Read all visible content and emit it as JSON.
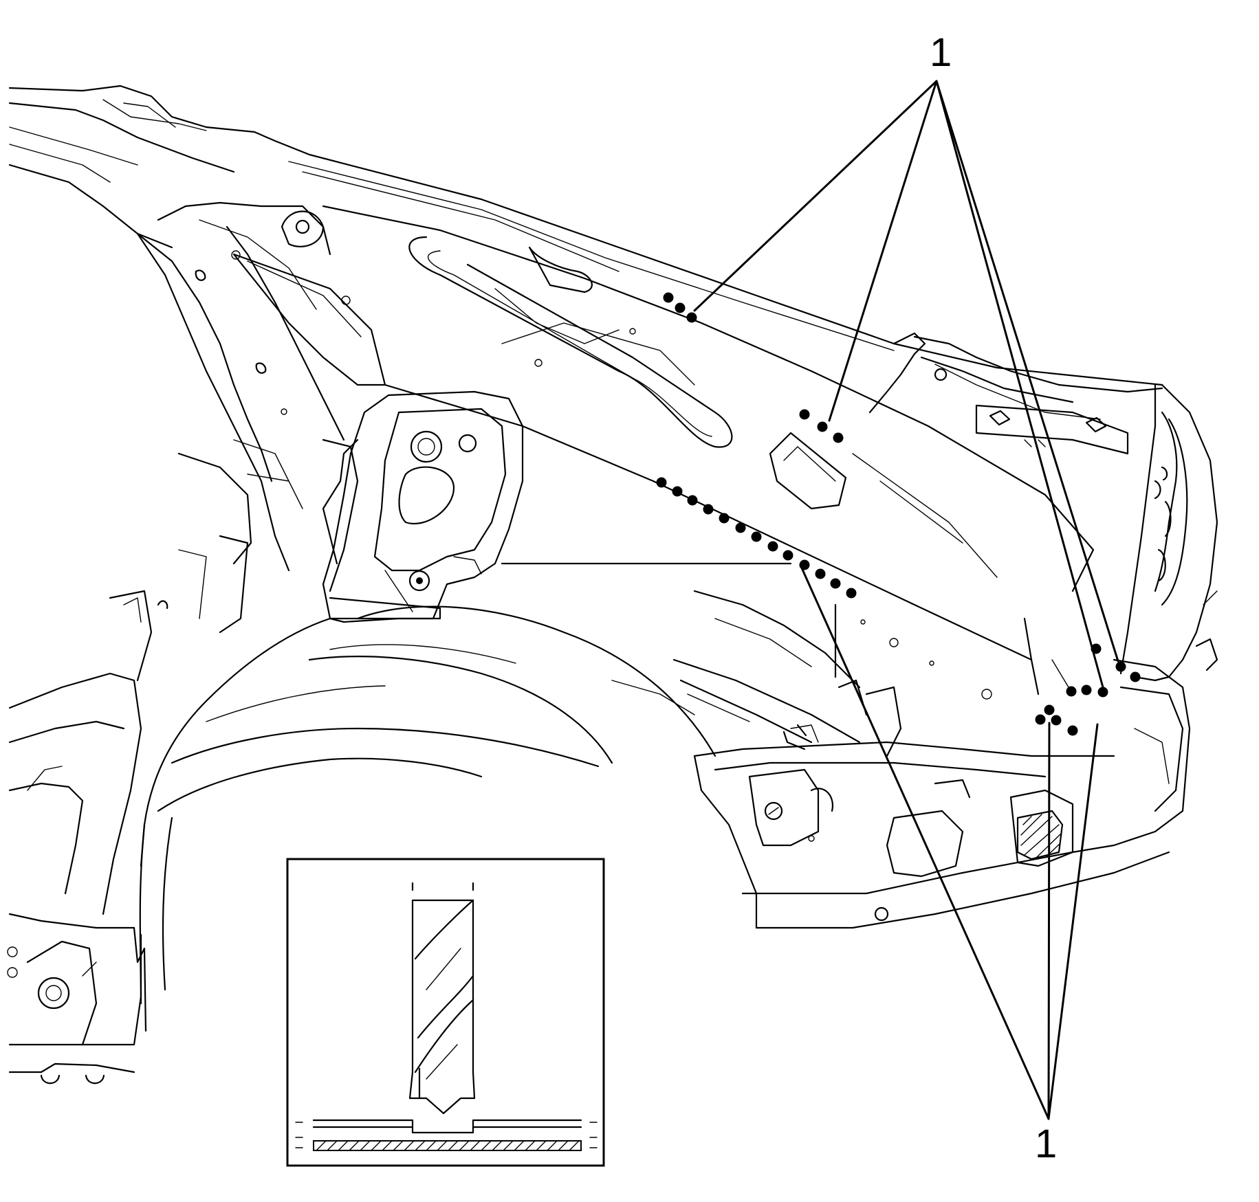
{
  "callouts": [
    {
      "id": "top",
      "label": "1"
    },
    {
      "id": "bottom",
      "label": "1"
    }
  ],
  "weld_marker_color": "#000000",
  "inset": {
    "depicts": "drill-bit-drilling-spot-weld"
  }
}
